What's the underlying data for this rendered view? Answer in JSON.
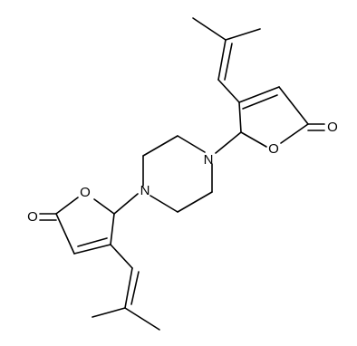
{
  "atoms": {
    "N1": "N",
    "N2": "N",
    "O_ring_top": "O",
    "O_carbonyl_top": "O",
    "O_ring_bottom": "O",
    "O_carbonyl_bottom": "O"
  },
  "colors": {
    "bond": "#000000",
    "label": "#000000",
    "background": "#ffffff"
  }
}
